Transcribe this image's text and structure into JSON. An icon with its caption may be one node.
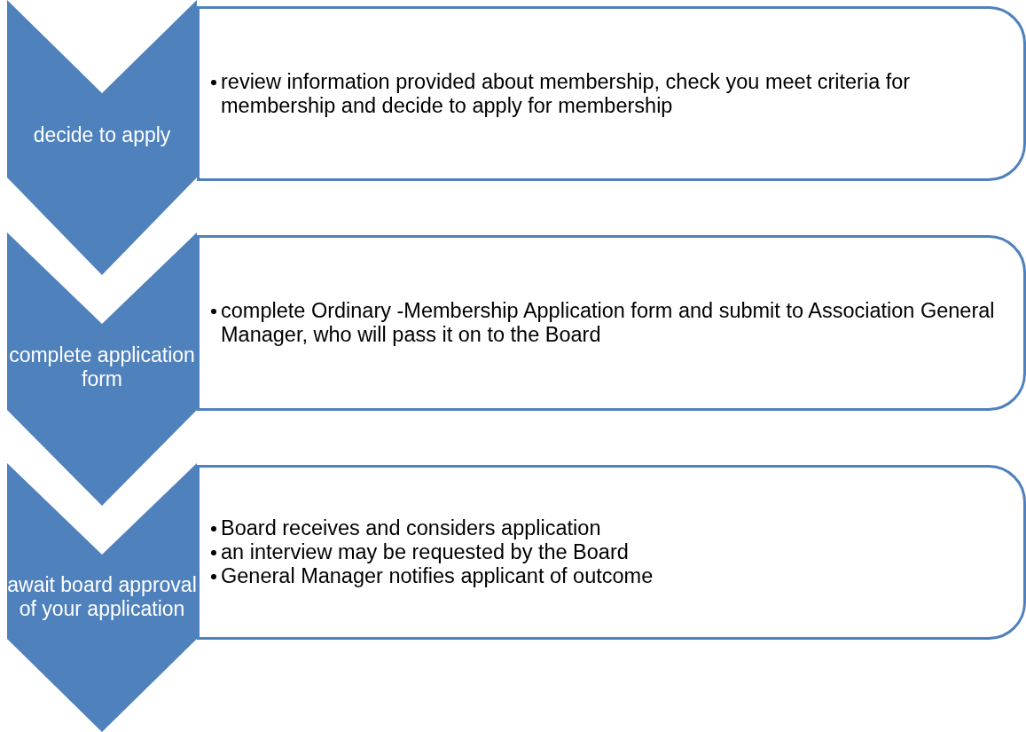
{
  "diagram": {
    "nodes": [
      {
        "text": [
          "decide to apply"
        ]
      },
      {
        "text": [
          "review information provided about membership, check you meet criteria for membership and decide to apply for membership"
        ]
      },
      {
        "text": [
          "complete application form"
        ]
      },
      {
        "text": [
          "complete Ordinary -Membership Application form and submit to Association General Manager, who will pass it on to the Board"
        ]
      },
      {
        "text": [
          "await board approval of your application"
        ]
      },
      {
        "text": [
          "Board receives and considers application",
          "an interview may be requested by the Board",
          "General Manager notifies applicant of outcome"
        ]
      }
    ]
  }
}
